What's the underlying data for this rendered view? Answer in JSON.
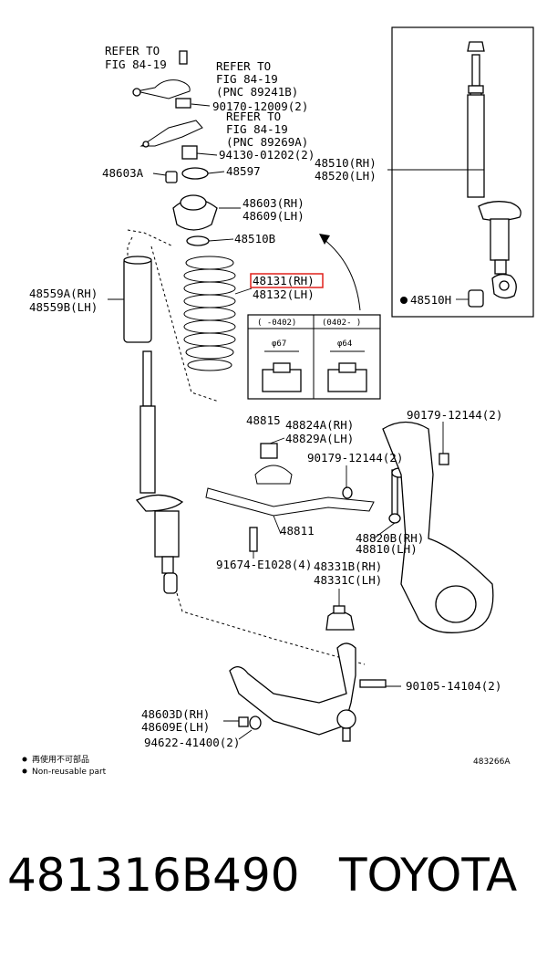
{
  "diagram": {
    "labels": {
      "refer1": "REFER TO",
      "refer1b": "FIG 84-19",
      "refer2": "REFER TO",
      "refer2b": "FIG 84-19",
      "refer2c": "(PNC 89241B)",
      "p90170": "90170-12009(2)",
      "refer3": "REFER TO",
      "refer3b": "FIG 84-19",
      "refer3c": "(PNC 89269A)",
      "p94130": "94130-01202(2)",
      "p48603A": "48603A",
      "p48597": "48597",
      "p48603rh": "48603(RH)",
      "p48609lh": "48609(LH)",
      "p48510B": "48510B",
      "p48131rh": "48131(RH)",
      "p48132lh": "48132(LH)",
      "p48559A": "48559A(RH)",
      "p48559B": "48559B(LH)",
      "p48510rh": "48510(RH)",
      "p48520lh": "48520(LH)",
      "p48510H": "48510H",
      "tbl_col1": "(   -0402)",
      "tbl_col2": "(0402-    )",
      "tbl_d1": "φ67",
      "tbl_d2": "φ64",
      "p48815": "48815",
      "p48824A": "48824A(RH)",
      "p48829A": "48829A(LH)",
      "p90179a": "90179-12144(2)",
      "p90179b": "90179-12144(2)",
      "p48811": "48811",
      "p48820B": "48820B(RH)",
      "p48810": "48810(LH)",
      "p91674": "91674-E1028(4)",
      "p48331B": "48331B(RH)",
      "p48331C": "48331C(LH)",
      "p90105": "90105-14104(2)",
      "p48603D": "48603D(RH)",
      "p48609E": "48609E(LH)",
      "p94622": "94622-41400(2)",
      "legend_cn": "再使用不可部品",
      "legend_en": "Non-reusable part",
      "fig_code": "483266A"
    }
  },
  "caption": {
    "part_number": "481316B490",
    "brand": "TOYOTA"
  },
  "colors": {
    "highlight": "#e0201c",
    "ink": "#000000"
  }
}
